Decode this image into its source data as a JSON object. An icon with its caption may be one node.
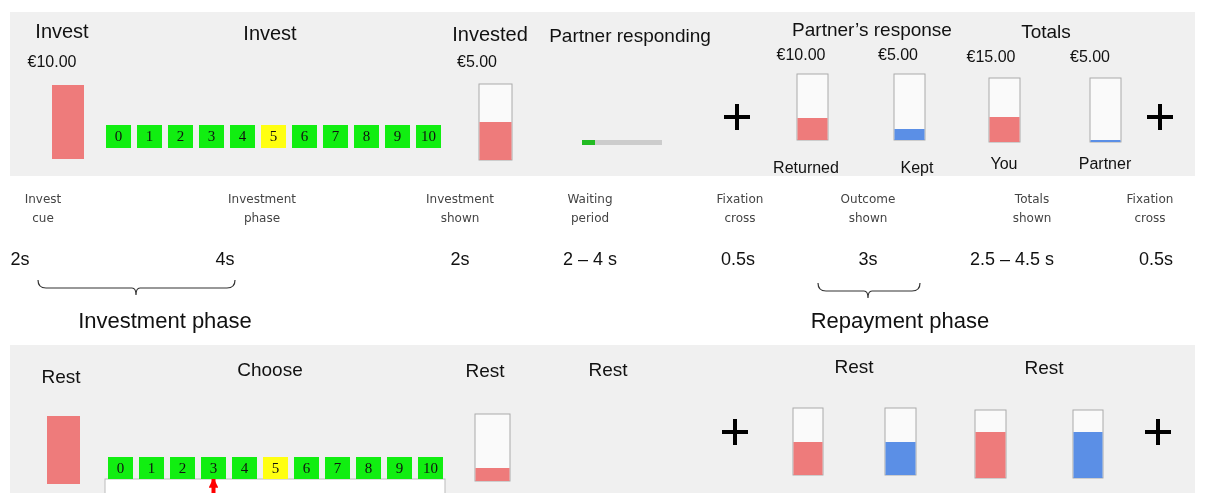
{
  "diagram": {
    "nodes": [
      {
        "text": [],
        "shape": "bar"
      },
      {
        "text": [
          "0"
        ]
      },
      {
        "text": [
          "1"
        ]
      },
      {
        "text": [
          "2"
        ]
      },
      {
        "text": [
          "3"
        ]
      },
      {
        "text": [
          "4"
        ]
      },
      {
        "text": [
          "5"
        ]
      },
      {
        "text": [
          "6"
        ]
      },
      {
        "text": [
          "7"
        ]
      },
      {
        "text": [
          "8"
        ]
      },
      {
        "text": [
          "9"
        ]
      },
      {
        "text": [
          "10"
        ]
      },
      {
        "text": [],
        "shape": "bar"
      },
      {
        "text": [],
        "shape": "bar"
      },
      {
        "text": [],
        "shape": "bar"
      },
      {
        "text": [],
        "shape": "bar"
      },
      {
        "text": [],
        "shape": "bar"
      },
      {
        "text": [],
        "shape": "bar"
      },
      {
        "text": [],
        "shape": "bar"
      },
      {
        "text": [
          "0"
        ]
      },
      {
        "text": [
          "1"
        ]
      },
      {
        "text": [
          "2"
        ]
      },
      {
        "text": [
          "3"
        ]
      },
      {
        "text": [
          "4"
        ]
      },
      {
        "text": [
          "5"
        ]
      },
      {
        "text": [
          "6"
        ]
      },
      {
        "text": [
          "7"
        ]
      },
      {
        "text": [
          "8"
        ]
      },
      {
        "text": [
          "9"
        ]
      },
      {
        "text": [
          "10"
        ]
      },
      {
        "text": [],
        "shape": "bar"
      },
      {
        "text": [],
        "shape": "bar"
      },
      {
        "text": [],
        "shape": "bar"
      },
      {
        "text": [],
        "shape": "bar"
      },
      {
        "text": [],
        "shape": "bar"
      },
      {
        "text": [],
        "shape": "box"
      }
    ],
    "edges": [
      {
        "from": 35,
        "to": 22,
        "arrow": "to",
        "color": "#ff0000"
      }
    ],
    "labels": [
      "Invest",
      "Invest",
      "Invested",
      "Partner responding",
      "Partner’s response",
      "Totals",
      "€10.00",
      "€5.00",
      "€10.00",
      "€5.00",
      "€15.00",
      "€5.00",
      "Returned",
      "Kept",
      "You",
      "Partner",
      "Invest cue",
      "Investment phase",
      "Investment shown",
      "Waiting period",
      "Fixation cross",
      "Outcome shown",
      "Totals shown",
      "Fixation cross",
      "2s",
      "4s",
      "2s",
      "2 – 4 s",
      "0.5s",
      "3s",
      "2.5 – 4.5 s",
      "0.5s",
      "Investment phase",
      "Repayment phase",
      "Rest",
      "Choose",
      "Rest",
      "Rest",
      "Rest",
      "Rest"
    ]
  }
}
